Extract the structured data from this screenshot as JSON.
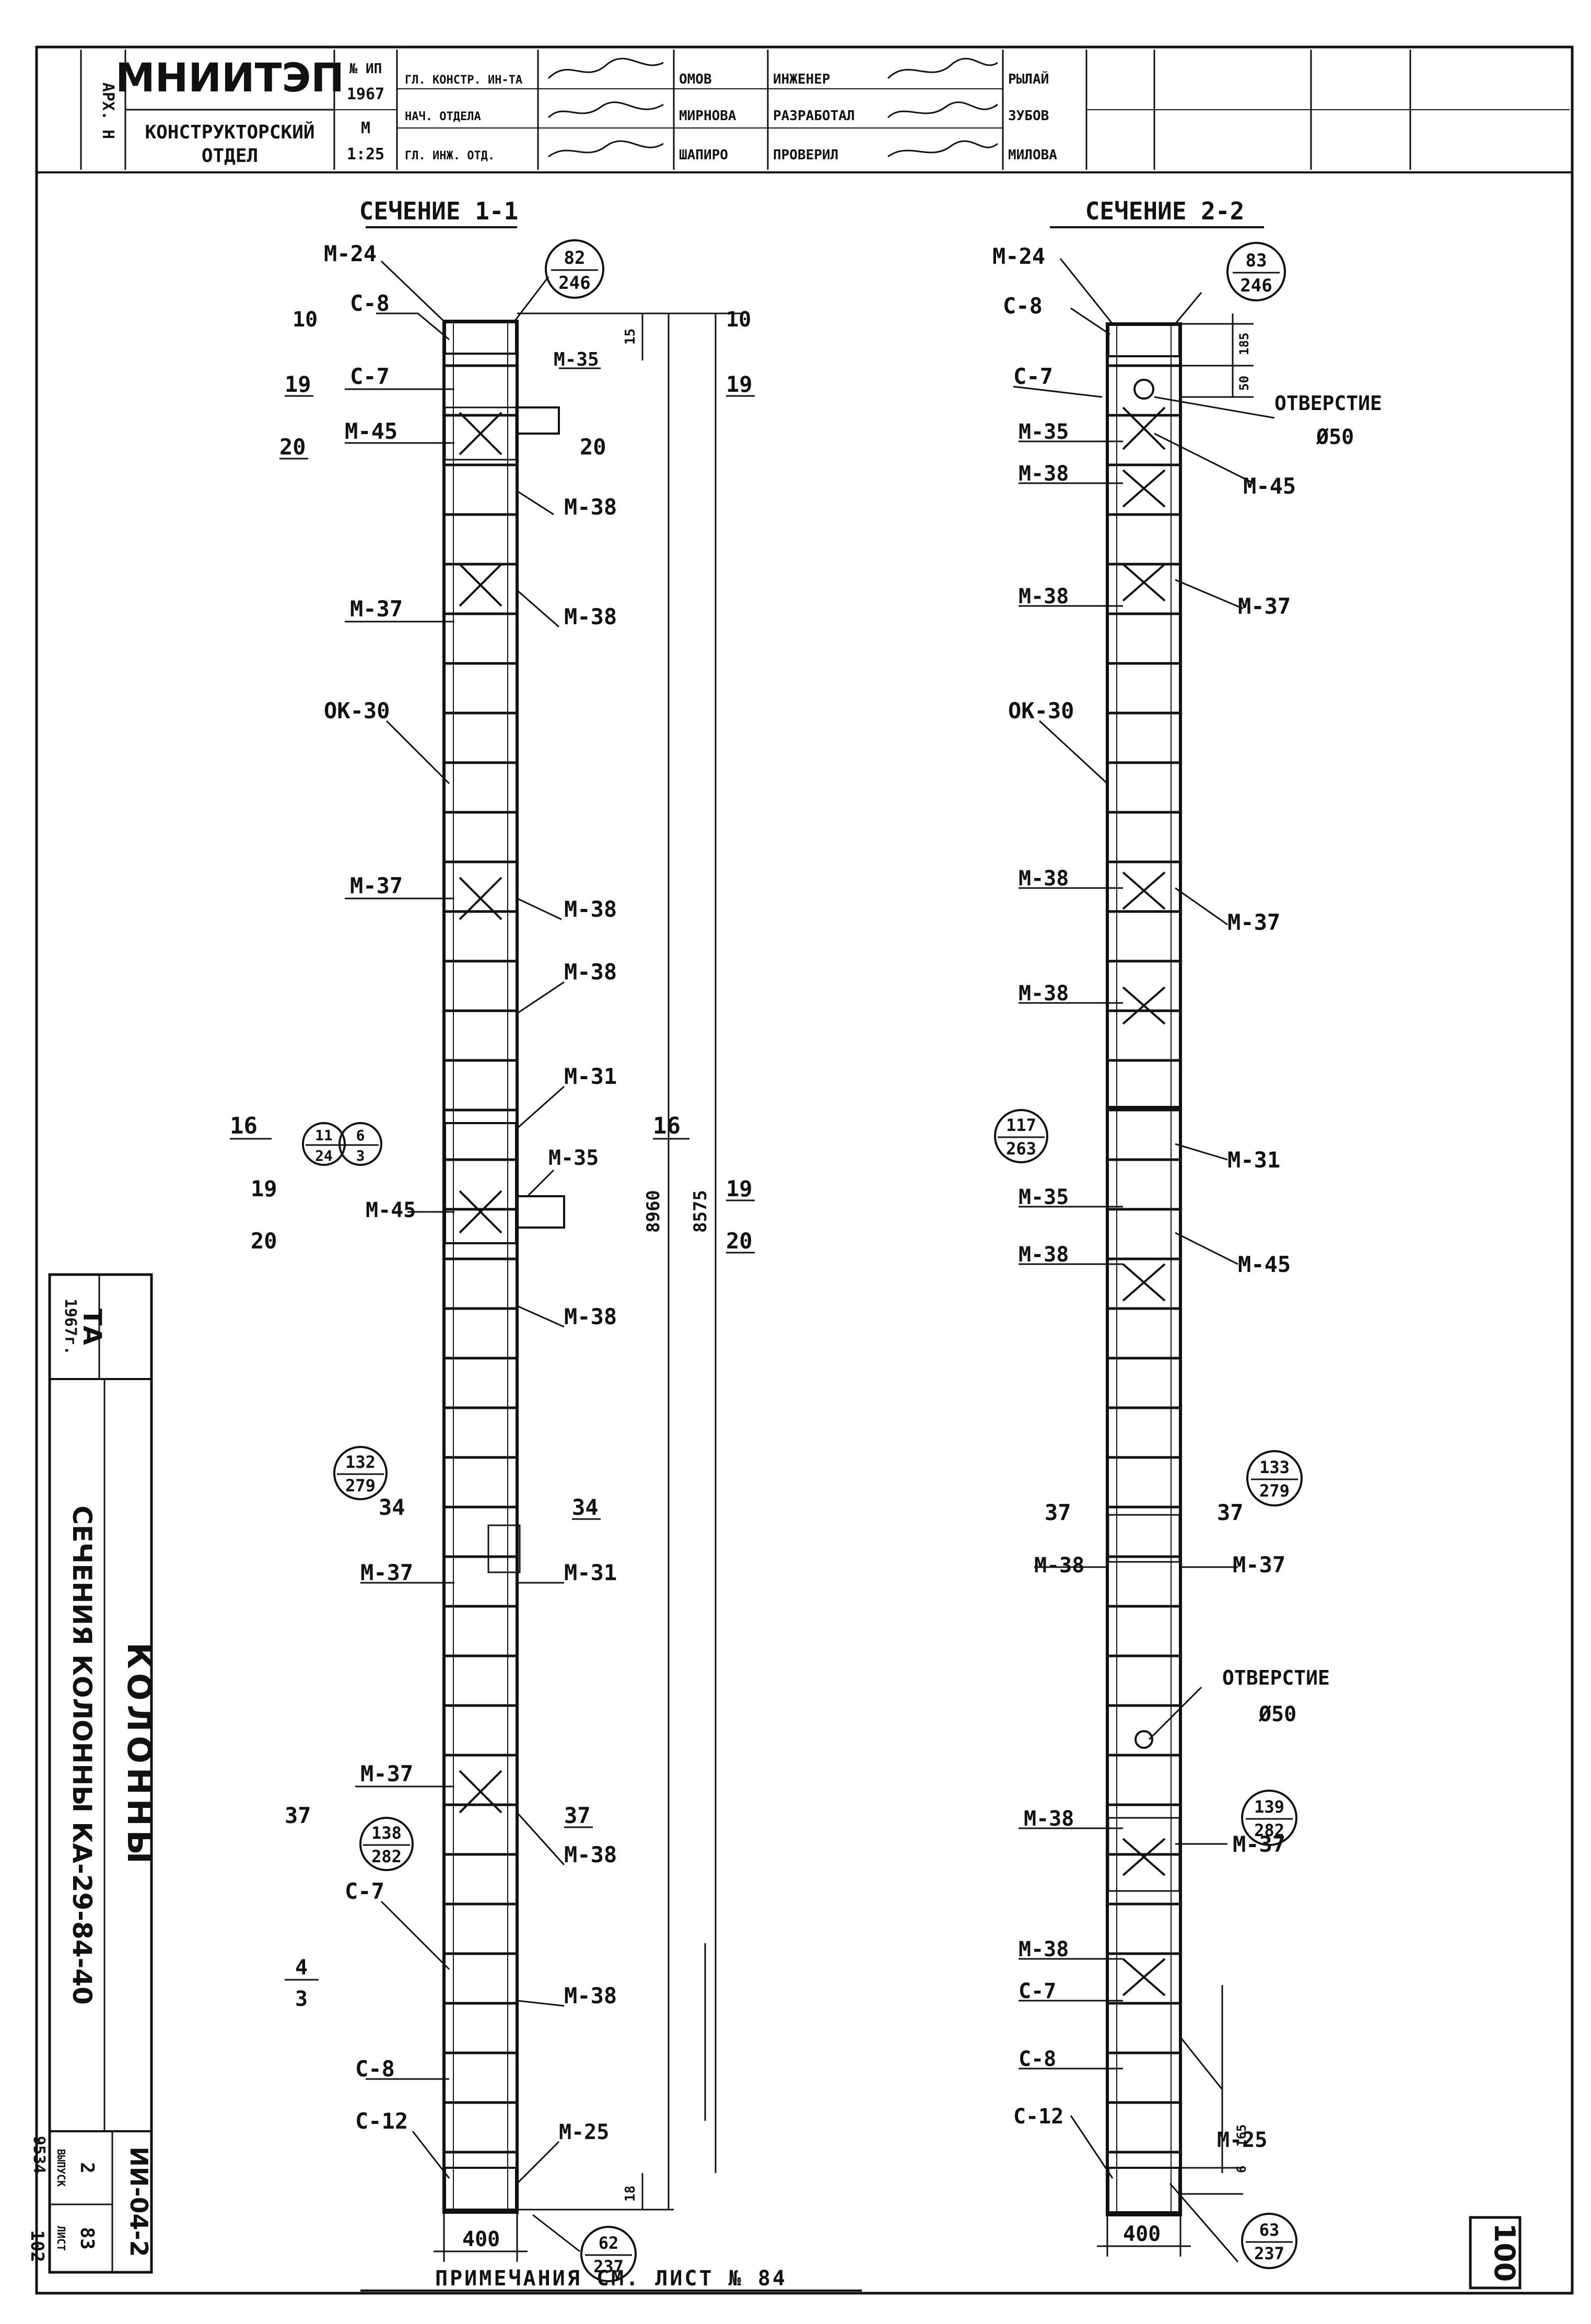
{
  "title_block": {
    "org": "МНИИТЭП",
    "dept_line1": "КОНСТРУКТОРСКИЙ",
    "dept_line2": "ОТДЕЛ",
    "side_mark": "АРХ. Н",
    "num_label": "№ ИП",
    "year": "1967",
    "scale_label": "М",
    "scale": "1:25",
    "roles": [
      "ГЛ. КОНСТР. ИН-ТА",
      "НАЧ. ОТДЕЛА",
      "ГЛ. ИНЖ. ОТД."
    ],
    "names_left": [
      "ОМОВ",
      "МИРНОВА",
      "ШАПИРО"
    ],
    "roles2": [
      "ИНЖЕНЕР",
      "РАЗРАБОТАЛ",
      "ПРОВЕРИЛ"
    ],
    "names_right": [
      "РЫЛАЙ",
      "ЗУБОВ",
      "МИЛОВА"
    ]
  },
  "section1": {
    "title": "СЕЧЕНИЕ 1-1",
    "label_top_left": "10",
    "label_top_right": "10",
    "c8": "С-8",
    "c7": "С-7",
    "m24": "М-24",
    "m25": "М-25",
    "m45": "М-45",
    "m38": "М-38",
    "m37": "М-37",
    "m31": "М-31",
    "m35": "М-35",
    "c12": "С-12",
    "ok": "ОК-30",
    "n19": "19",
    "n20": "20",
    "n16": "16",
    "n34": "34",
    "n37": "37",
    "n4": "4",
    "n3": "3",
    "dim_width": "400",
    "dim_top": "15",
    "dim_bottom": "18",
    "dim_h1": "8960",
    "dim_h2": "8575",
    "c_top": [
      "82",
      "246"
    ],
    "c_mid": [
      "6",
      "3"
    ],
    "c_mid2": [
      "11",
      "24"
    ],
    "c_34": [
      "132",
      "279"
    ],
    "c_37": [
      "138",
      "282"
    ],
    "c_bot": [
      "62",
      "237"
    ]
  },
  "section2": {
    "title": "СЕЧЕНИЕ 2-2",
    "m24": "М-24",
    "c8": "С-8",
    "c7": "С-7",
    "m35": "М-35",
    "m38": "М-38",
    "m45": "М-45",
    "m37": "М-37",
    "m31": "М-31",
    "m25": "М-25",
    "c12": "С-12",
    "ok": "ОК-30",
    "hole_label": "ОТВЕРСТИЕ",
    "hole_dim": "Ø50",
    "n37": "37",
    "dim_width": "400",
    "dim_top1": "185",
    "dim_top2": "50",
    "dim_bot1": "165",
    "dim_bot2": "6",
    "c_top": [
      "83",
      "246"
    ],
    "c_117": [
      "117",
      "263"
    ],
    "c_133": [
      "133",
      "279"
    ],
    "c_139": [
      "139",
      "282"
    ],
    "c_bot": [
      "63",
      "237"
    ]
  },
  "side_stamp": {
    "ta": "ТА",
    "year": "1967г.",
    "kolonny": "КОЛОННЫ",
    "line": "СЕЧЕНИЯ КОЛОННЫ КА-29-84-40",
    "code": "ИИ-04-2",
    "vyp_label": "ВЫПУСК",
    "vyp": "2",
    "list_label": "ЛИСТ",
    "list": "83",
    "inv": "9534",
    "inv2": "102"
  },
  "note": "ПРИМЕЧАНИЯ СМ. ЛИСТ № 84",
  "page_number": "100"
}
